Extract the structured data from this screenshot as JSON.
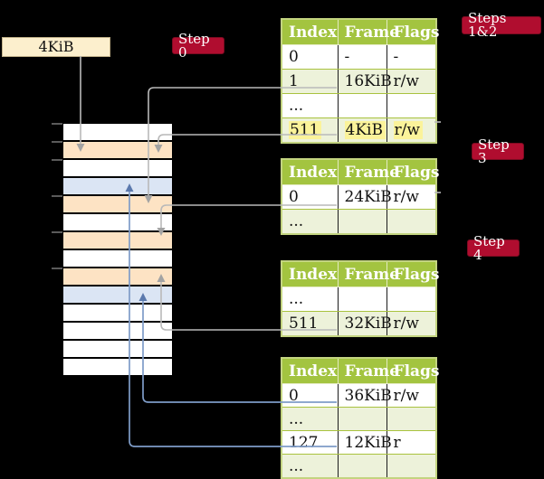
{
  "frame_label_box": {
    "text": "4KiB"
  },
  "step_badges": {
    "step0": "Step 0",
    "steps_1_2": "Steps 1&2",
    "step3": "Step 3",
    "step4": "Step 4"
  },
  "table_header": {
    "index": "Index",
    "frame": "Frame",
    "flags": "Flags"
  },
  "page_tables": [
    {
      "name": "root-page-table",
      "rows": [
        {
          "index": "0",
          "frame": "-",
          "flags": "-",
          "highlight": false
        },
        {
          "index": "1",
          "frame": "16KiB",
          "flags": "r/w",
          "highlight": false
        },
        {
          "index": "...",
          "frame": "",
          "flags": "",
          "highlight": false
        },
        {
          "index": "511",
          "frame": "4KiB",
          "flags": "r/w",
          "highlight": true
        }
      ]
    },
    {
      "name": "step3-page-table",
      "rows": [
        {
          "index": "0",
          "frame": "24KiB",
          "flags": "r/w",
          "highlight": false
        },
        {
          "index": "...",
          "frame": "",
          "flags": "",
          "highlight": false
        }
      ]
    },
    {
      "name": "step4-page-table",
      "rows": [
        {
          "index": "...",
          "frame": "",
          "flags": "",
          "highlight": false
        },
        {
          "index": "511",
          "frame": "32KiB",
          "flags": "r/w",
          "highlight": false
        }
      ]
    },
    {
      "name": "leaf-page-table",
      "rows": [
        {
          "index": "0",
          "frame": "36KiB",
          "flags": "r/w",
          "highlight": false
        },
        {
          "index": "...",
          "frame": "",
          "flags": "",
          "highlight": false
        },
        {
          "index": "127",
          "frame": "12KiB",
          "flags": "r",
          "highlight": false
        },
        {
          "index": "...",
          "frame": "",
          "flags": "",
          "highlight": false
        }
      ]
    }
  ],
  "memory_strip": {
    "rows": [
      "white",
      "orange",
      "white",
      "blue",
      "orange",
      "white",
      "orange",
      "white",
      "orange",
      "blue",
      "white",
      "white",
      "white",
      "white"
    ]
  },
  "arrows": [
    {
      "from": "4KiB-label",
      "to": "frame-4KiB",
      "style": "gray"
    },
    {
      "from": "root-table entry 1 (16KiB)",
      "to": "frame-16KiB",
      "style": "gray"
    },
    {
      "from": "root-table entry 511 (4KiB)",
      "to": "frame-4KiB",
      "style": "gray"
    },
    {
      "from": "step3-table entry 0 (24KiB)",
      "to": "frame-24KiB",
      "style": "gray"
    },
    {
      "from": "step4-table entry 511 (32KiB)",
      "to": "frame-32KiB",
      "style": "gray"
    },
    {
      "from": "leaf-table entry 0 (36KiB)",
      "to": "frame-36KiB",
      "style": "blue"
    },
    {
      "from": "leaf-table entry 127 (12KiB)",
      "to": "frame-12KiB",
      "style": "blue"
    }
  ],
  "palette": {
    "background": "#000000",
    "badge_crimson": "#b00d2f",
    "table_header_green": "#a3c440",
    "table_row_green": "#edf2da",
    "highlight_yellow": "#fbf39a",
    "frame_box_beige": "#fcefcd",
    "memory_orange": "#fde3c4",
    "memory_blue": "#dbe5f4",
    "arrow_gray": "#b9b9b9",
    "arrow_blue": "#7e9cc8"
  }
}
